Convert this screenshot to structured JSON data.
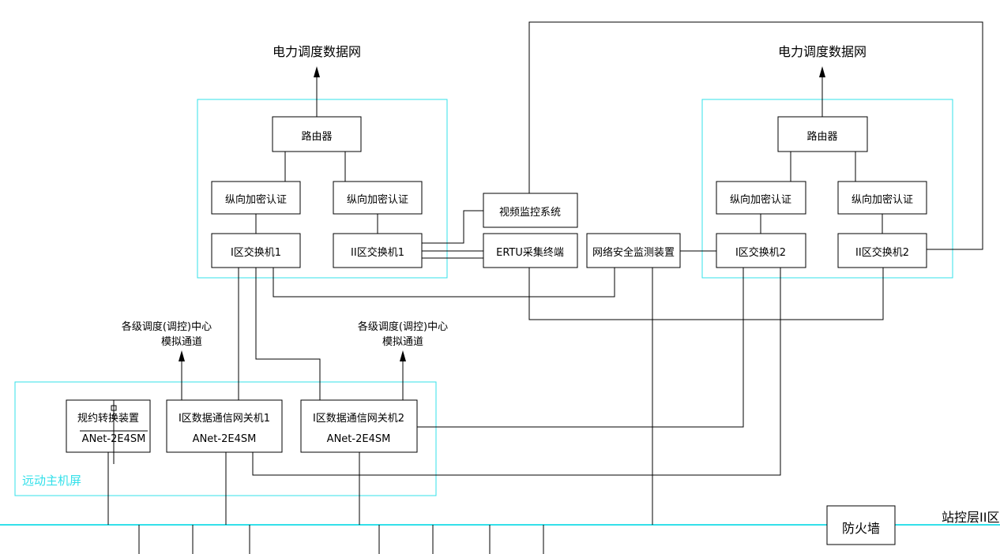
{
  "top_left": {
    "network_label": "电力调度数据网",
    "router": "路由器",
    "auth1": "纵向加密认证",
    "auth2": "纵向加密认证",
    "switch1": "I区交换机1",
    "switch2": "II区交换机1"
  },
  "top_right": {
    "network_label": "电力调度数据网",
    "router": "路由器",
    "auth1": "纵向加密认证",
    "auth2": "纵向加密认证",
    "switch1": "I区交换机2",
    "switch2": "II区交换机2"
  },
  "middle": {
    "video": "视频监控系统",
    "ertu": "ERTU采集终端",
    "netsec": "网络安全监测装置"
  },
  "channel_left": {
    "line1": "各级调度(调控)中心",
    "line2": "模拟通道"
  },
  "channel_right": {
    "line1": "各级调度(调控)中心",
    "line2": "模拟通道"
  },
  "bottom": {
    "converter_title": "规约转换装置",
    "converter_model": "ANet-2E4SM",
    "gw1_title": "I区数据通信网关机1",
    "gw1_model": "ANet-2E4SM",
    "gw2_title": "I区数据通信网关机2",
    "gw2_model": "ANet-2E4SM",
    "screen_label": "远动主机屏"
  },
  "firewall": "防火墙",
  "station_label": "站控层II区",
  "colors": {
    "line": "#000000",
    "cyan": "#33e0ea"
  }
}
